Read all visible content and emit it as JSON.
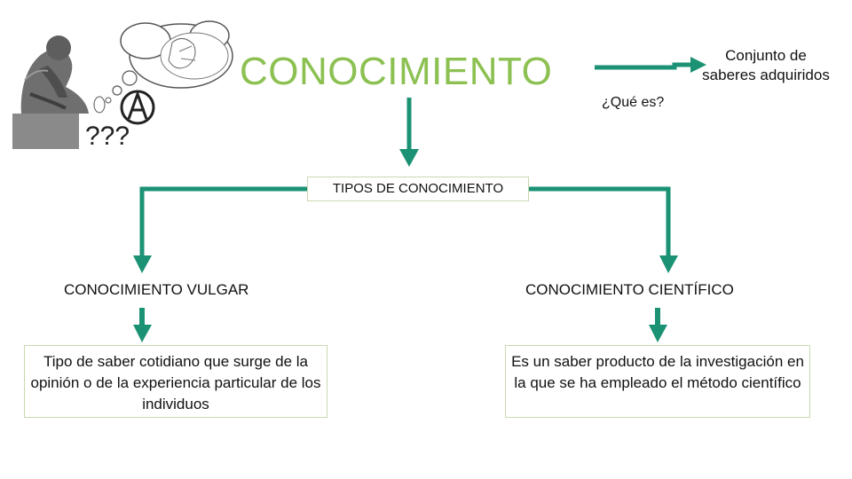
{
  "header": {
    "title": "CONOCIMIENTO",
    "question": "¿Qué es?",
    "definition": "Conjunto de saberes adquiridos"
  },
  "illustration": {
    "icon_names": [
      "thinker-statue-icon",
      "thought-cloud-icon",
      "anarchy-symbol-icon",
      "question-marks-icon"
    ],
    "question_marks": "???",
    "symbol_glyph": "A"
  },
  "types": {
    "heading": "TIPOS DE CONOCIMIENTO"
  },
  "branches": {
    "vulgar": {
      "title": "CONOCIMIENTO VULGAR",
      "description": "Tipo de saber cotidiano que surge de la opinión o de la experiencia particular de los individuos"
    },
    "scientific": {
      "title": "CONOCIMIENTO CIENTÍFICO",
      "description": "Es un saber producto de la investigación en la que se ha empleado el método científico"
    }
  },
  "colors": {
    "title_green": "#8cc152",
    "connector_teal": "#1b9274",
    "box_border": "#c9d9b0"
  }
}
